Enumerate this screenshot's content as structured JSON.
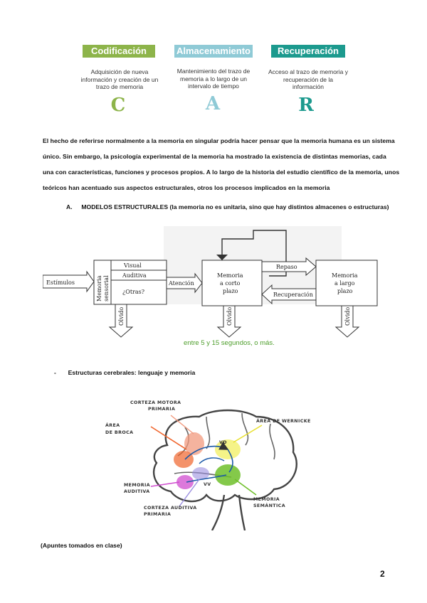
{
  "stages": [
    {
      "title": "Codificación",
      "color": "#8db44a",
      "description_lines": [
        "Adquisición de nueva",
        "información y creación de un",
        "trazo de memoria"
      ],
      "letter": "C",
      "letter_color": "#8db44a"
    },
    {
      "title": "Almacenamiento",
      "color": "#8fcad6",
      "description_lines": [
        "Mantenimiento del trazo de",
        "memoria a lo largo de un",
        "intervalo de tiempo"
      ],
      "letter": "A",
      "letter_color": "#8fcad6"
    },
    {
      "title": "Recuperación",
      "color": "#1c9a8e",
      "description_lines": [
        "Acceso al trazo de memoria y",
        "recuperación de la",
        "información"
      ],
      "letter": "R",
      "letter_color": "#1c9a8e"
    }
  ],
  "intro_paragraph": {
    "lines": [
      "El hecho de referirse normalmente a la memoria en singular podría hacer pensar que la memoria humana es un sistema",
      "único. Sin embargo, la psicología experimental de la memoria ha mostrado la existencia de distintas memorias, cada",
      "una con características, funciones y procesos propios. A lo largo de la historia del estudio científico de la memoria, unos",
      "teóricos han acentuado sus aspectos estructurales, otros los procesos implicados en la memoria"
    ]
  },
  "section_a": {
    "marker": "A.",
    "text": "MODELOS ESTRUCTURALES (la memoria no es unitaria, sino que hay distintos almacenes o estructuras)"
  },
  "memory_diagram": {
    "stimulus": "Estímulos",
    "sensory_memory_lines": [
      "Memoria",
      "sensorial"
    ],
    "sensory_types": [
      "Visual",
      "Auditiva",
      "¿Otras?"
    ],
    "attention": "Atención",
    "short_term_lines": [
      "Memoria",
      "a corto",
      "plazo"
    ],
    "long_term_lines": [
      "Memoria",
      "a largo",
      "plazo"
    ],
    "rehearsal": "Repaso",
    "retrieval": "Recuperación",
    "forgetting": "Olvido"
  },
  "green_note": "entre 5 y 15 segundos, o más.",
  "bullet": {
    "marker": "-",
    "text": "Estructuras cerebrales: lenguaje y memoria"
  },
  "brain_diagram": {
    "labels": {
      "motor_cortex": [
        "CORTEZA MOTORA",
        "PRIMARIA"
      ],
      "broca": [
        "ÁREA",
        "DE BROCA"
      ],
      "wernicke": "ÁREA DE WERNICKE",
      "auditory_memory": [
        "MEMORIA",
        "AUDITIVA"
      ],
      "auditory_cortex": [
        "CORTEZA AUDITIVA",
        "PRIMARIA"
      ],
      "semantic_memory": [
        "MEMORIA",
        "SEMÁNTICA"
      ],
      "vd": "VD",
      "vv": "VV"
    }
  },
  "footer_note": "(Apuntes tomados en clase)",
  "page_number": "2"
}
